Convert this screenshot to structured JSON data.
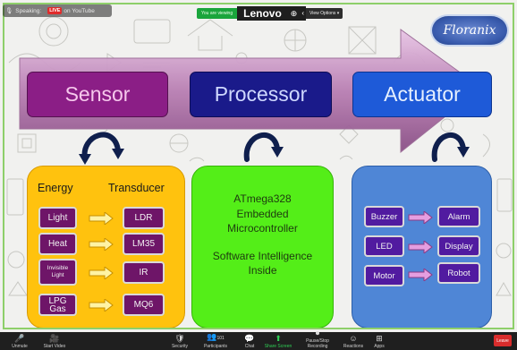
{
  "zoom": {
    "speaker_label": "Speaking:",
    "live_badge": "LIVE",
    "youtube_label": "on YouTube",
    "viewing_text": "You are viewing",
    "host_name": "Lenovo",
    "view_options_label": "View Options",
    "leave_label": "Leave",
    "toolbar": [
      {
        "icon": "🎤",
        "label": "Unmute"
      },
      {
        "icon": "🎥",
        "label": "Start Video"
      },
      {
        "icon": "🛡",
        "label": "Security"
      },
      {
        "icon": "👥",
        "label": "Participants"
      },
      {
        "icon": "💬",
        "label": "Chat"
      },
      {
        "icon": "⬆",
        "label": "Share Screen"
      },
      {
        "icon": "⏺",
        "label": "Pause/Stop Recording"
      },
      {
        "icon": "☺",
        "label": "Reactions"
      },
      {
        "icon": "⊞",
        "label": "Apps"
      }
    ],
    "participant_count": "101"
  },
  "brand": {
    "logo_text": "Floranix"
  },
  "diagram": {
    "sensor_title": "Sensor",
    "processor_title": "Processor",
    "actuator_title": "Actuator",
    "energy_title": "Energy",
    "transducer_title": "Transducer",
    "energy_items": [
      "Light",
      "Heat",
      "Invisible Light",
      "LPG Gas"
    ],
    "transducer_items": [
      "LDR",
      "LM35",
      "IR",
      "MQ6"
    ],
    "processor_lines": [
      "ATmega328",
      "Embedded",
      "Microcontroller"
    ],
    "processor_lines_2": [
      "Software Intelligence",
      "Inside"
    ],
    "actuator_left": [
      "Buzzer",
      "LED",
      "Motor"
    ],
    "actuator_right": [
      "Alarm",
      "Display",
      "Robot"
    ]
  },
  "colors": {
    "sensor": "#8b1e86",
    "processor": "#1a1a8a",
    "actuator": "#1e5ad8",
    "energy_panel": "#ffc20e",
    "processor_panel": "#54ee18",
    "actuator_panel": "#4f86d6",
    "chip": "#6e1568",
    "chip_blue": "#511ba0"
  }
}
